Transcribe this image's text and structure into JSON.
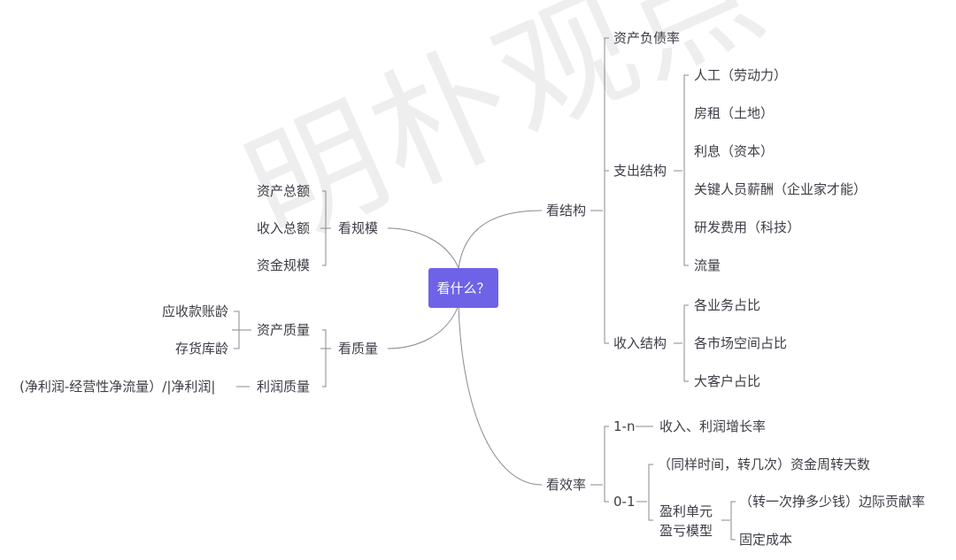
{
  "center": "看什么？",
  "watermark": "明朴观点",
  "left": {
    "scale": {
      "label": "看规模",
      "items": [
        "资产总额",
        "收入总额",
        "资金规模"
      ]
    },
    "quality": {
      "label": "看质量",
      "asset_quality": {
        "label": "资产质量",
        "items": [
          "应收款账龄",
          "存货库龄"
        ]
      },
      "profit_quality": {
        "label": "利润质量",
        "formula": "(净利润-经营性净流量）/|净利润|"
      }
    }
  },
  "right": {
    "structure": {
      "label": "看结构",
      "debt_ratio": "资产负债率",
      "expense": {
        "label": "支出结构",
        "items": [
          "人工（劳动力）",
          "房租（土地）",
          "利息（资本）",
          "关键人员薪酬（企业家才能）",
          "研发费用（科技）",
          "流量"
        ]
      },
      "income": {
        "label": "收入结构",
        "items": [
          "各业务占比",
          "各市场空间占比",
          "大客户占比"
        ]
      }
    },
    "efficiency": {
      "label": "看效率",
      "one_n": {
        "label": "1-n",
        "item": "收入、利润增长率"
      },
      "zero_one": {
        "label": "0-1",
        "turnover": "（同样时间，转几次）资金周转天数",
        "profit_unit": {
          "label_line1": "盈利单元",
          "label_line2": "盈亏模型",
          "items": [
            "（转一次挣多少钱）边际贡献率",
            "固定成本"
          ]
        }
      }
    }
  }
}
